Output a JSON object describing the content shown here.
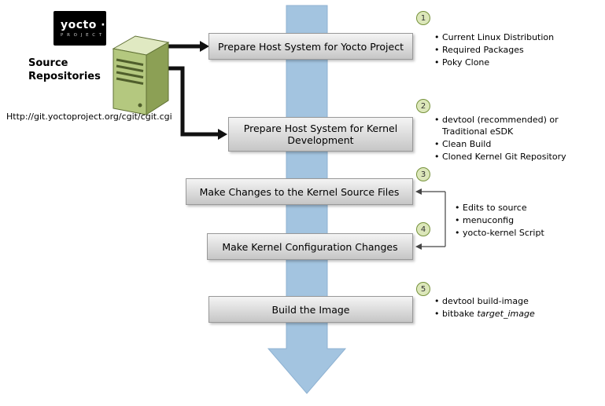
{
  "logo": {
    "brand": "yocto ·",
    "subtitle": "P R O J E C T"
  },
  "source_repo": {
    "label_line1": "Source",
    "label_line2": "Repositories",
    "url": "Http://git.yoctoproject.org/cgit/cgit.cgi"
  },
  "steps": [
    {
      "num": "1",
      "label": "Prepare Host System for Yocto Project",
      "bullets": [
        "Current Linux Distribution",
        "Required Packages",
        "Poky Clone"
      ]
    },
    {
      "num": "2",
      "label": "Prepare Host System for Kernel Development",
      "bullets": [
        "devtool (recommended) or Traditional eSDK",
        "Clean Build",
        "Cloned Kernel Git Repository"
      ]
    },
    {
      "num": "3",
      "label": "Make Changes to the Kernel Source Files",
      "bullets": []
    },
    {
      "num": "4",
      "label": "Make Kernel Configuration Changes",
      "bullets": []
    },
    {
      "num": "5",
      "label": "Build the Image",
      "bullets": [
        "devtool build-image"
      ],
      "bullet2": {
        "pre": "bitbake ",
        "italic": "target_image"
      }
    }
  ],
  "shared_bullets_steps_3_4": {
    "items": [
      "Edits to source",
      "menuconfig",
      "yocto-kernel Script"
    ]
  },
  "colors": {
    "arrow-blue": "#a3c4e0",
    "arrow-blue-edge": "#8fb2d2",
    "box-top": "#f4f4f4",
    "box-bottom": "#c6c6c6",
    "box-border": "#999999",
    "circle-fill": "#dce7ba",
    "circle-border": "#76923c",
    "server-front": "#b4c87f",
    "server-top": "#e0e9c2",
    "server-side": "#8ca055",
    "server-stroke": "#5f7034",
    "connector-black": "#111111",
    "bracket-gray": "#444444"
  }
}
